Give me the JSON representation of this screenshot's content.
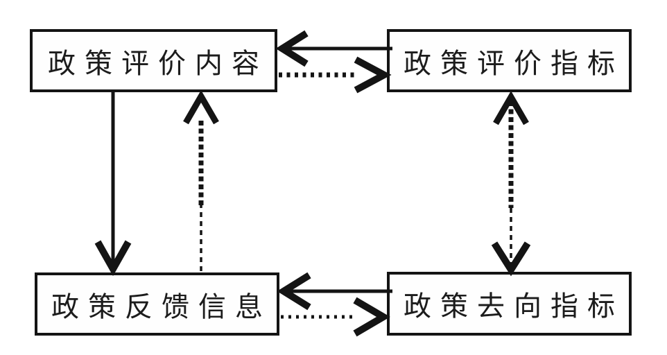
{
  "diagram": {
    "background_color": "#ffffff",
    "line_color": "#141414",
    "boxes": [
      {
        "id": "top-left",
        "label": "政策评价内容"
      },
      {
        "id": "top-right",
        "label": "政策评价指标"
      },
      {
        "id": "bottom-left",
        "label": "政策反馈信息"
      },
      {
        "id": "bottom-right",
        "label": "政策去向指标"
      }
    ],
    "arrows": [
      {
        "from": "top-right",
        "to": "top-left",
        "style": "solid",
        "direction": "left"
      },
      {
        "from": "top-left",
        "to": "top-right",
        "style": "dotted",
        "direction": "right"
      },
      {
        "from": "top-left",
        "to": "bottom-left",
        "style": "solid",
        "direction": "down"
      },
      {
        "from": "bottom-left",
        "to": "top-left",
        "style": "dashed",
        "direction": "up"
      },
      {
        "from": "top-right",
        "to": "bottom-right",
        "style": "dashed",
        "direction": "both"
      },
      {
        "from": "bottom-right",
        "to": "bottom-left",
        "style": "solid",
        "direction": "left"
      },
      {
        "from": "bottom-left",
        "to": "bottom-right",
        "style": "dotted",
        "direction": "right"
      }
    ]
  }
}
